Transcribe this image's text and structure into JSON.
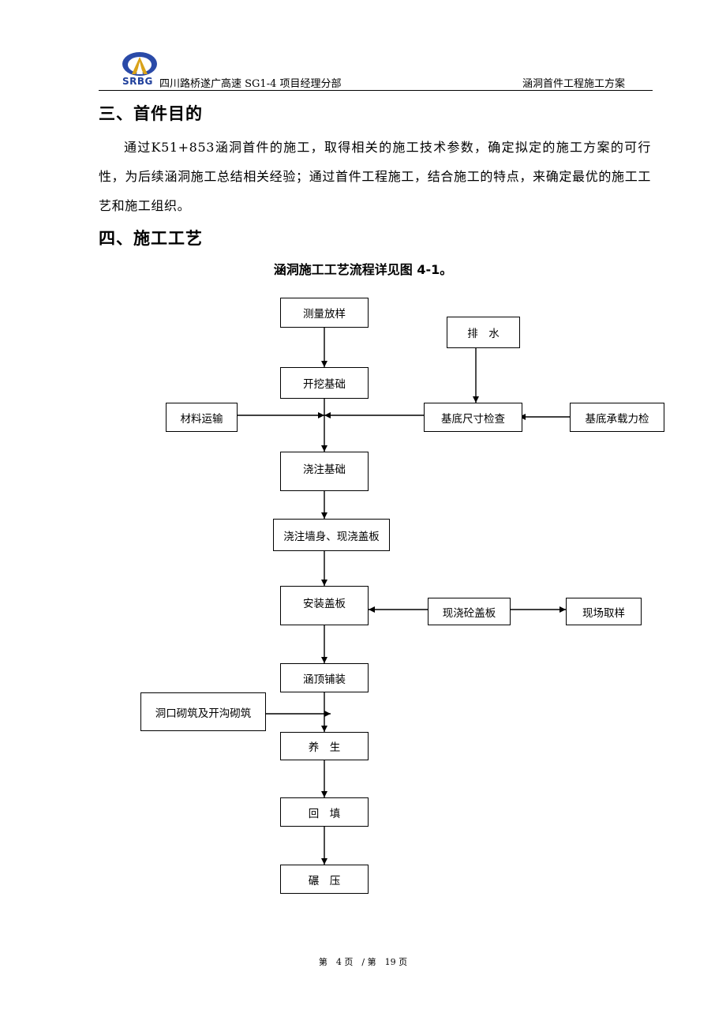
{
  "header": {
    "logo_text": "SRBG",
    "left_text": "四川路桥遂广高速 SG1-4 项目经理分部",
    "right_text": "涵洞首件工程施工方案",
    "brand_color": "#1f3f9b",
    "logo_icon": "sichuan-road-bridge-logo"
  },
  "section3": {
    "heading": "三、首件目的",
    "paragraph": "通过K51+853涵洞首件的施工，取得相关的施工技术参数，确定拟定的施工方案的可行性，为后续涵洞施工总结相关经验；通过首件工程施工，结合施工的特点，来确定最优的施工工艺和施工组织。"
  },
  "section4": {
    "heading": "四、施工工艺",
    "figure_caption": "涵洞施工工艺流程详见图 4-1。"
  },
  "flowchart": {
    "survey": "测量放样",
    "drainage": "排　水",
    "excavate": "开挖基础",
    "material": "材料运输",
    "base_size": "基底尺寸检查",
    "bearing": "基底承载力检",
    "pour_base": "浇注基础",
    "pour_wall": "浇注墙身、现浇盖板",
    "install_slab": "安装盖板",
    "cast_slab": "现浇砼盖板",
    "sample": "现场取样",
    "top_paving": "涵顶铺装",
    "portal": "洞口砌筑及开沟砌筑",
    "curing": "养　生",
    "backfill": "回　填",
    "compact": "碾　压"
  },
  "footer": {
    "page_text": "第　4 页　/ 第　19 页"
  }
}
